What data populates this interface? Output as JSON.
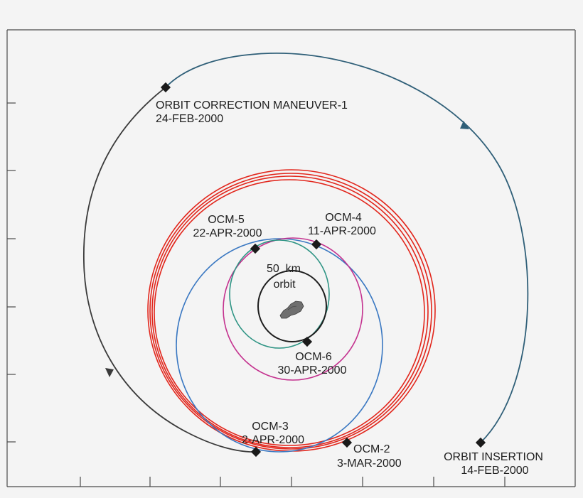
{
  "diagram": {
    "colors": {
      "background": "#f4f4f4",
      "frame": "#4a4a4a",
      "approach_arc": "#2f5f78",
      "transfer_arc": "#3a3a3a",
      "red_orbits": "#e2261c",
      "blue_orbit": "#3a78c2",
      "magenta_orbit": "#c4328f",
      "teal_orbit": "#2e9484",
      "final_orbit": "#1e1e1e",
      "asteroid": "#6f6f6f"
    },
    "labels": {
      "ocm1_name": "ORBIT CORRECTION MANEUVER-1",
      "ocm1_date": "24-FEB-2000",
      "insertion_name": "ORBIT INSERTION",
      "insertion_date": "14-FEB-2000",
      "ocm2_name": "OCM-2",
      "ocm2_date": "3-MAR-2000",
      "ocm3_name": "OCM-3",
      "ocm3_date": "2-APR-2000",
      "ocm4_name": "OCM-4",
      "ocm4_date": "11-APR-2000",
      "ocm5_name": "OCM-5",
      "ocm5_date": "22-APR-2000",
      "ocm6_name": "OCM-6",
      "ocm6_date": "30-APR-2000",
      "orbit50_line1": "50  km",
      "orbit50_line2": "orbit"
    },
    "icons": [
      "maneuver-diamond-icon",
      "direction-arrow-icon",
      "asteroid-icon"
    ]
  }
}
